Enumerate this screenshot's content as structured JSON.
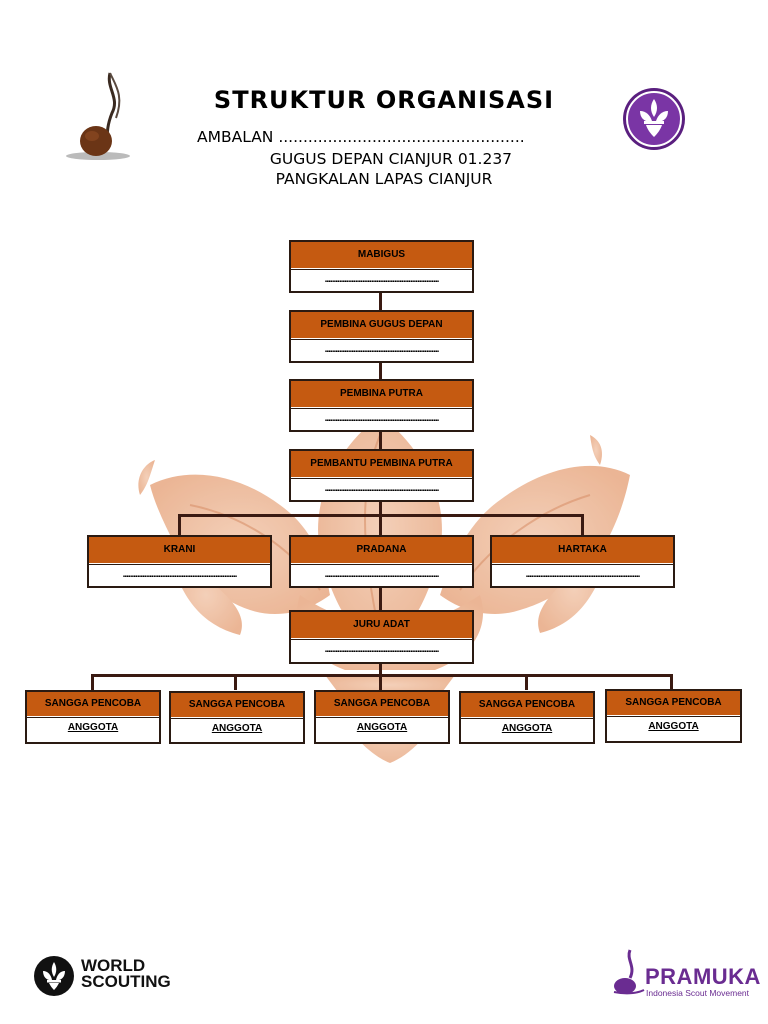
{
  "header": {
    "title": "STRUKTUR ORGANISASI",
    "ambalan": "AMBALAN ..................................................",
    "gugus_depan": "GUGUS DEPAN CIANJUR 01.237",
    "pangkalan": "PANGKALAN LAPAS CIANJUR"
  },
  "chart": {
    "placeholder": "................................................................",
    "nodes": {
      "mabigus": "MABIGUS",
      "pembina_gugus_depan": "PEMBINA GUGUS DEPAN",
      "pembina_putra": "PEMBINA PUTRA",
      "pembantu_pembina_putra": "PEMBANTU PEMBINA PUTRA",
      "krani": "KRANI",
      "pradana": "PRADANA",
      "hartaka": "HARTAKA",
      "juru_adat": "JURU ADAT"
    },
    "sangga": [
      {
        "title": "SANGGA PENCOBA",
        "member": "ANGGOTA"
      },
      {
        "title": "SANGGA PENCOBA",
        "member": "ANGGOTA"
      },
      {
        "title": "SANGGA PENCOBA",
        "member": "ANGGOTA"
      },
      {
        "title": "SANGGA PENCOBA",
        "member": "ANGGOTA"
      },
      {
        "title": "SANGGA PENCOBA",
        "member": "ANGGOTA"
      }
    ]
  },
  "footer": {
    "world_scouting_line1": "WORLD",
    "world_scouting_line2": "SCOUTING",
    "pramuka": "PRAMUKA",
    "pramuka_sub": "Indonesia Scout Movement"
  },
  "colors": {
    "box_header": "#c55a11",
    "border": "#2a1a12",
    "purple": "#6a2c91"
  },
  "icons": [
    "tunas-kelapa-icon",
    "wosm-purple-badge-icon",
    "world-scouting-icon",
    "pramuka-icon",
    "fleur-de-lis-watermark"
  ]
}
